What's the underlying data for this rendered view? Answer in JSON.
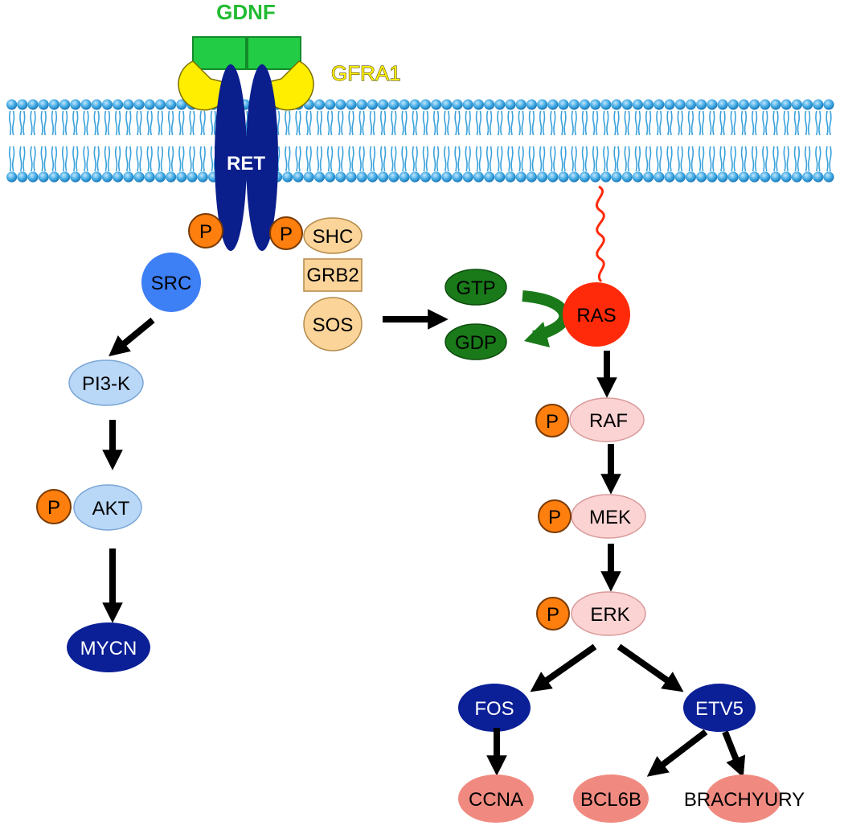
{
  "labels": {
    "gdnf": "GDNF",
    "gfra1": "GFRA1",
    "ret": "RET",
    "phospho": "P",
    "shc": "SHC",
    "grb2": "GRB2",
    "sos": "SOS",
    "src": "SRC",
    "pi3k": "PI3-K",
    "akt": "AKT",
    "mycn": "MYCN",
    "gtp": "GTP",
    "gdp": "GDP",
    "ras": "RAS",
    "raf": "RAF",
    "mek": "MEK",
    "erk": "ERK",
    "fos": "FOS",
    "etv5": "ETV5",
    "ccna": "CCNA",
    "bcl6b": "BCL6B",
    "brachyury": "BRACHYURY"
  },
  "colors": {
    "gdnf": "#22cc44",
    "gfra1": "#ffee00",
    "ret": "#0a1e8c",
    "phospho": "#ff7f0e",
    "adaptor": "#fbd49a",
    "src": "#3d7ff5",
    "light_blue_node": "#b9d7f6",
    "dark_blue_node": "#0b1f96",
    "gtp_gdp": "#1a7a1a",
    "ras": "#ff2a0a",
    "pink_node": "#fcd3d3",
    "salmon_node": "#f08a80",
    "membrane": "#39a3df",
    "arrow": "#000000"
  }
}
